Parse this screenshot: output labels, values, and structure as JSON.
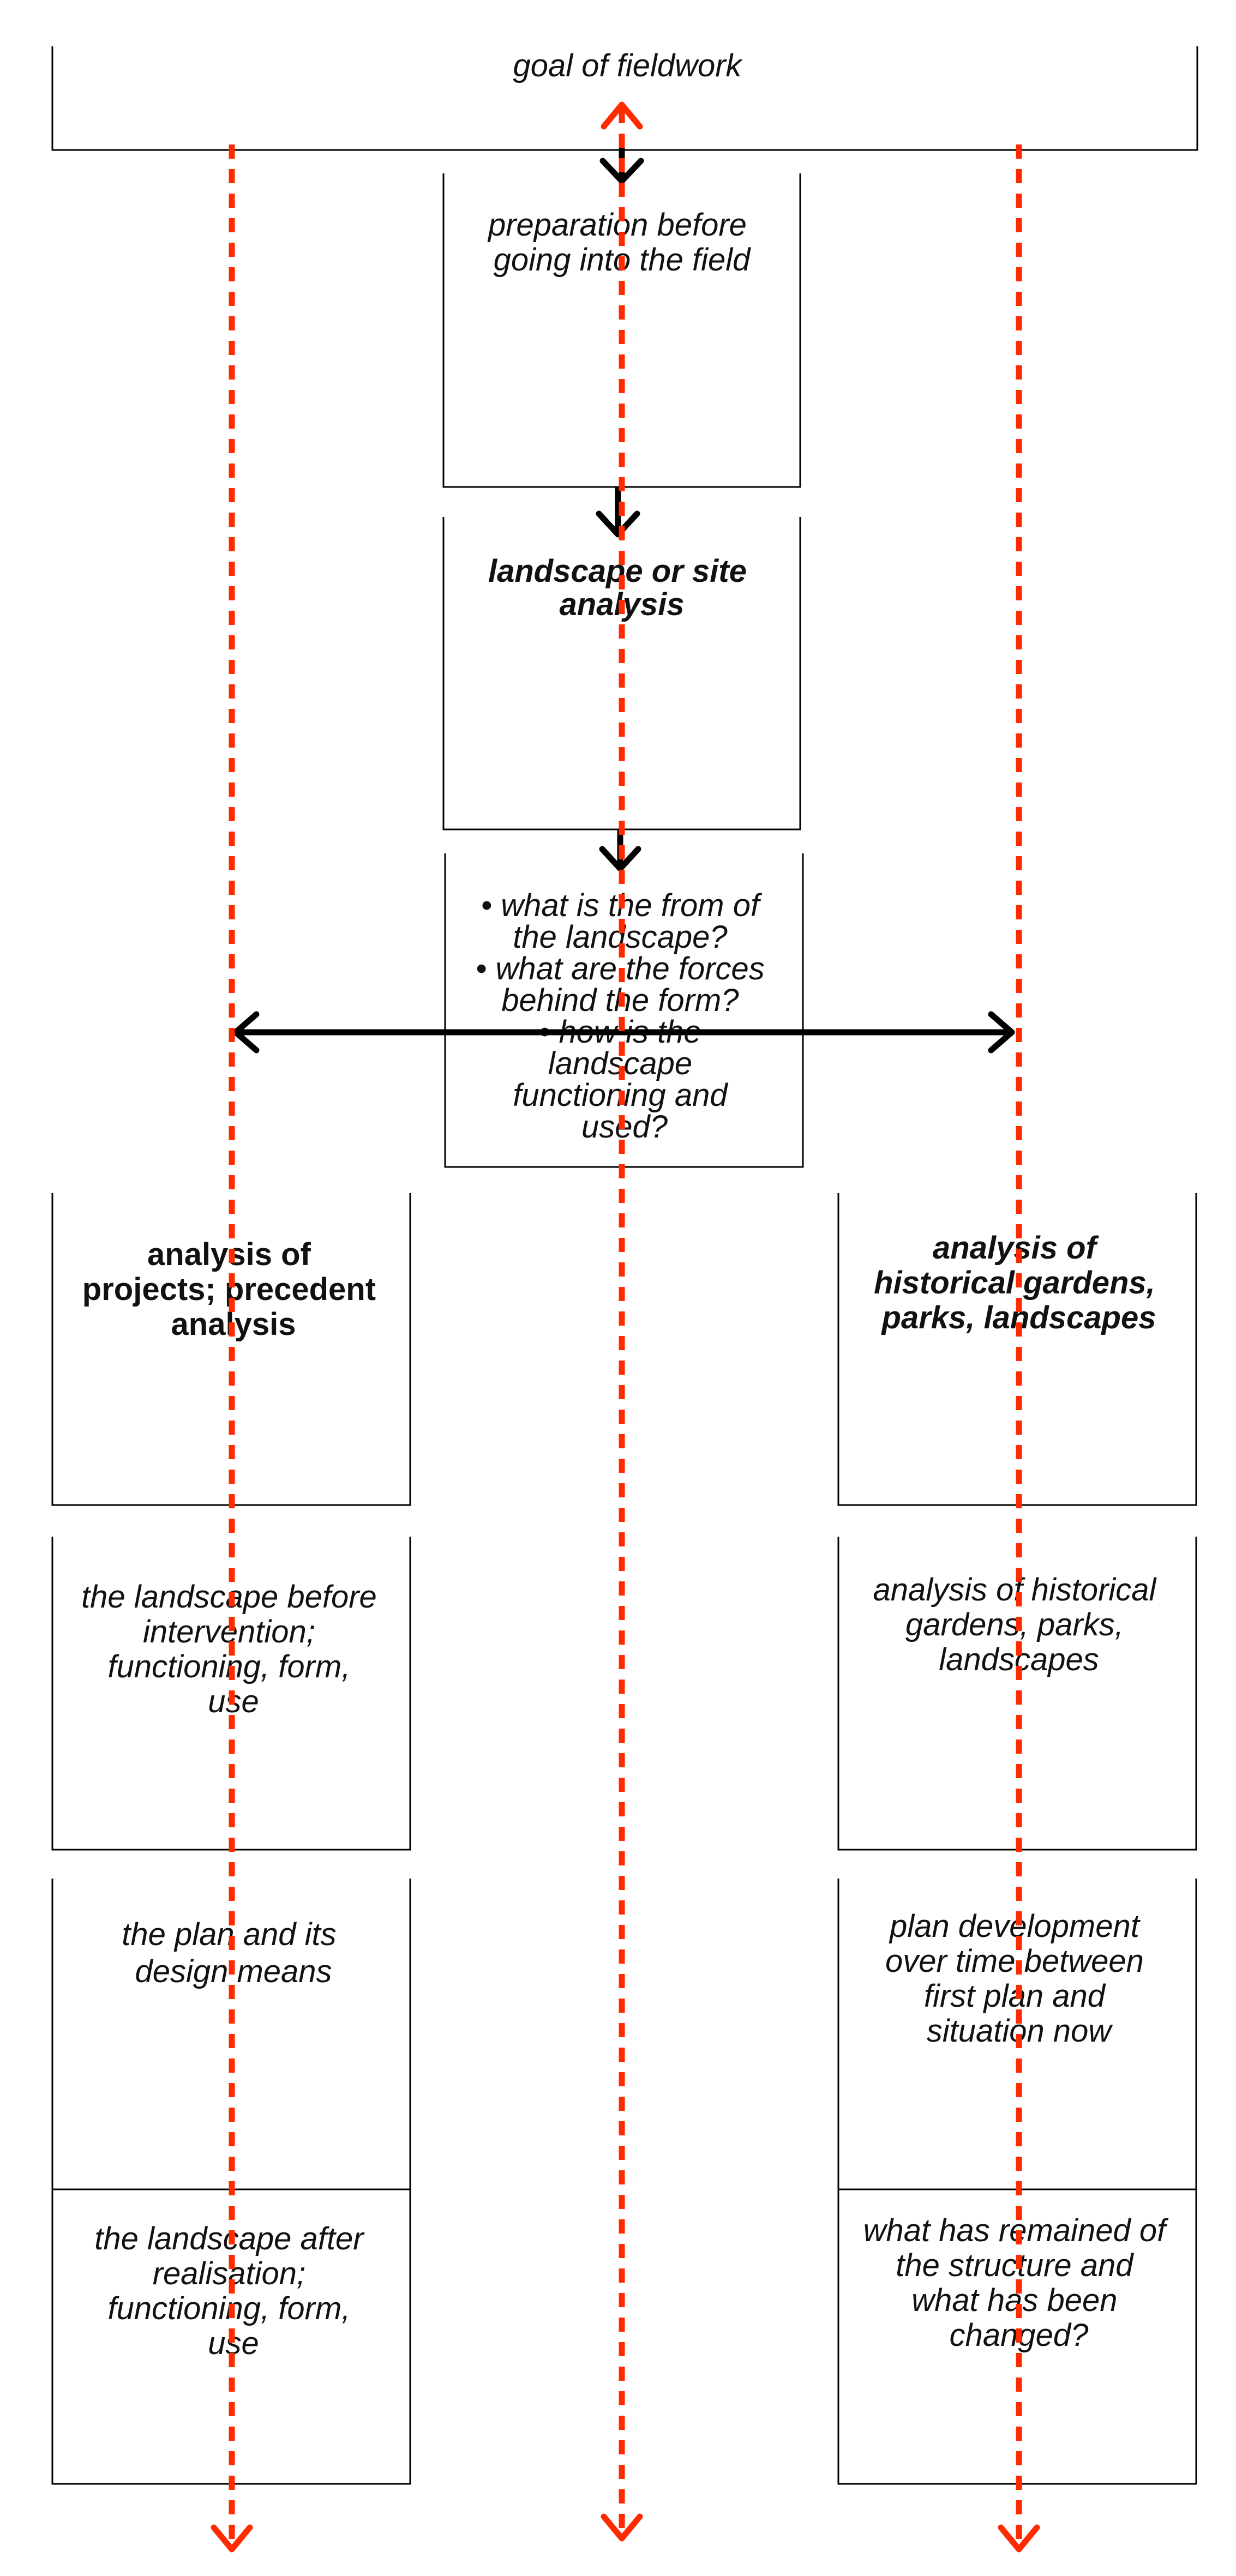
{
  "colors": {
    "flow_arrow": "#000000",
    "timeline_arrow": "#ff2a00",
    "box_border": "#000000",
    "text": "#111111"
  },
  "boxes": {
    "goal": [
      "goal of fieldwork"
    ],
    "preparation": [
      "preparation before",
      "going into the field"
    ],
    "site_analysis": [
      "landscape or site",
      "analysis"
    ],
    "questions": [
      "• what is the from of",
      "the landscape?",
      "• what are the forces",
      "behind the form?",
      "• how is the",
      "landscape",
      "functioning and",
      "used?"
    ],
    "projects": [
      "analysis of",
      "projects; precedent",
      "analysis"
    ],
    "historical": [
      "analysis of",
      "historical gardens,",
      "parks, landscapes"
    ],
    "before": [
      "the landscape before",
      "intervention;",
      "functioning, form,",
      "use"
    ],
    "historical_analysis": [
      "analysis of historical",
      "gardens, parks,",
      "landscapes"
    ],
    "plan": [
      "the plan and its",
      "design means"
    ],
    "plan_development": [
      "plan development",
      "over time between",
      "first plan and",
      "situation now"
    ],
    "after": [
      "the landscape after",
      "realisation;",
      "functioning, form,",
      "use"
    ],
    "remained": [
      "what has remained of",
      "the structure and",
      "what has been",
      "changed?"
    ]
  },
  "icons": {
    "flow_arrows": "black-down-arrow",
    "double_arrow": "black-double-headed-arrow",
    "timeline_arrows": "red-dashed-arrow"
  }
}
